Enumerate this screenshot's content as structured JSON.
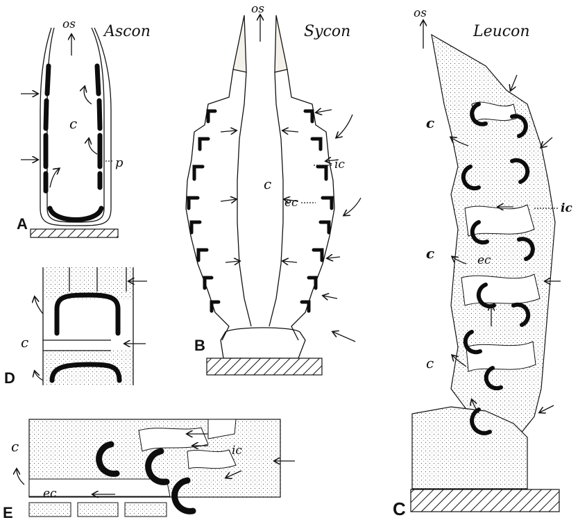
{
  "panels": {
    "a": {
      "title": "Ascon",
      "letter": "A",
      "os": "os",
      "cavity": "c",
      "pore": "p"
    },
    "b": {
      "title": "Sycon",
      "letter": "B",
      "os": "os",
      "cavity": "c",
      "incurrent": "ic",
      "excurrent": "ec"
    },
    "c": {
      "title": "Leucon",
      "letter": "C",
      "os": "os",
      "cavity1": "c",
      "cavity2": "c",
      "cavity3": "c",
      "incurrent": "ic",
      "excurrent": "ec"
    },
    "d": {
      "letter": "D",
      "cavity": "c"
    },
    "e": {
      "letter": "E",
      "cavity": "c",
      "incurrent": "ic",
      "excurrent": "ec"
    }
  },
  "colors": {
    "ink": "#111111",
    "paper": "#ffffff",
    "stipple": "#f4f1ea"
  }
}
